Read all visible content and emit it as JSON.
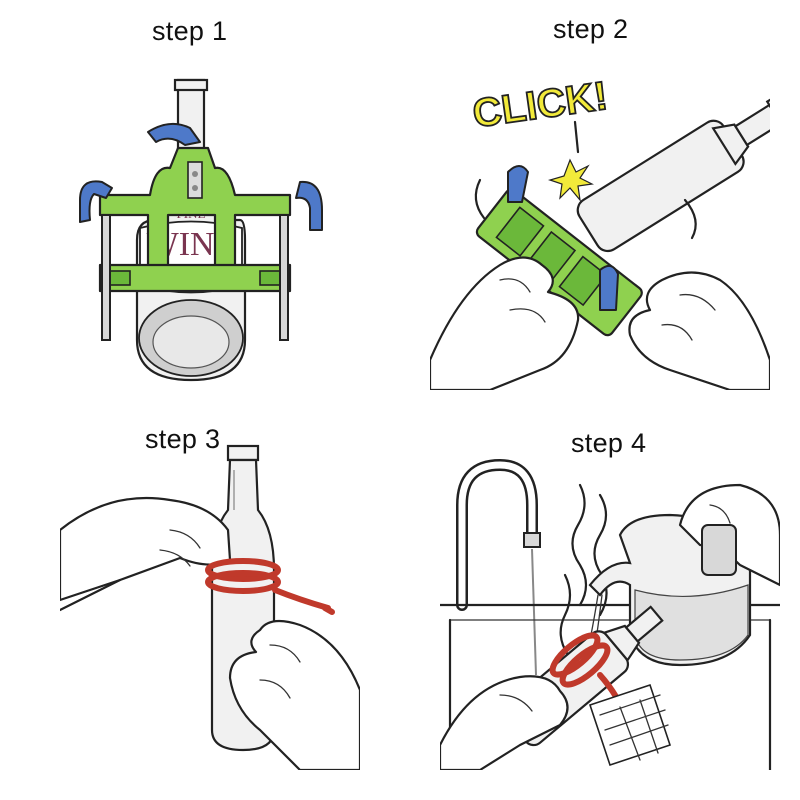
{
  "steps": [
    {
      "title": "step 1"
    },
    {
      "title": "step 2"
    },
    {
      "title": "step 3"
    },
    {
      "title": "step 4"
    }
  ],
  "bottle_label": "WINE",
  "bottle_label_top": "FINE",
  "sound_effect": "CLICK!",
  "colors": {
    "cutter_green": "#8fd14f",
    "knob_blue": "#4e79c9",
    "string_red": "#c0392b",
    "click_yellow": "#f2ea3a"
  },
  "icons": [
    "bottle-cutter-icon",
    "hand-icon",
    "faucet-icon",
    "kettle-icon",
    "steam-icon"
  ]
}
